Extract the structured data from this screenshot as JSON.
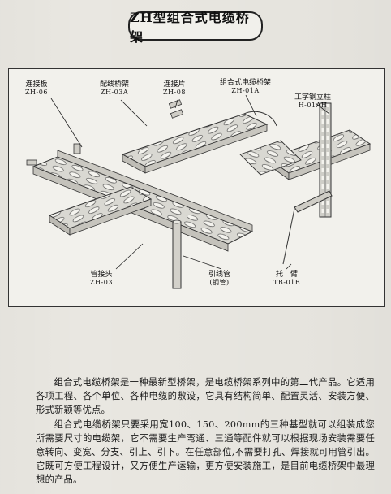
{
  "title": "ZH型组合式电缆桥架",
  "figure_labels": {
    "connector_plate": {
      "name": "连接板",
      "code": "ZH-06"
    },
    "wiring_tray": {
      "name": "配线桥架",
      "code": "ZH-03A"
    },
    "connector_piece": {
      "name": "连接片",
      "code": "ZH-08"
    },
    "combined_tray": {
      "name": "组合式电缆桥架",
      "code": "ZH-01A"
    },
    "i_beam_column": {
      "name": "工字钢立柱",
      "code": "H-01AH"
    },
    "pipe_joint": {
      "name": "管接头",
      "code": "ZH-03"
    },
    "lead_pipe": {
      "name": "引线管",
      "code": "(钢管)"
    },
    "cantilever_arm": {
      "name": "托　臂",
      "code": "TB-01B"
    }
  },
  "paragraphs": [
    "组合式电缆桥架是一种最新型桥架，是电缆桥架系列中的第二代产品。它适用各项工程、各个单位、各种电缆的敷设，它具有结构简单、配置灵活、安装方便、形式新颖等优点。",
    "组合式电缆桥架只要采用宽100、150、200mm的三种基型就可以组装成您所需要尺寸的电缆架，它不需要生产弯通、三通等配件就可以根据现场安装需要任意转向、变宽、分支、引上、引下。在任意部位,不需要打孔、焊接就可用管引出。它既可方便工程设计，又方便生产运输，更方便安装施工，是目前电缆桥架中最理想的产品。"
  ]
}
